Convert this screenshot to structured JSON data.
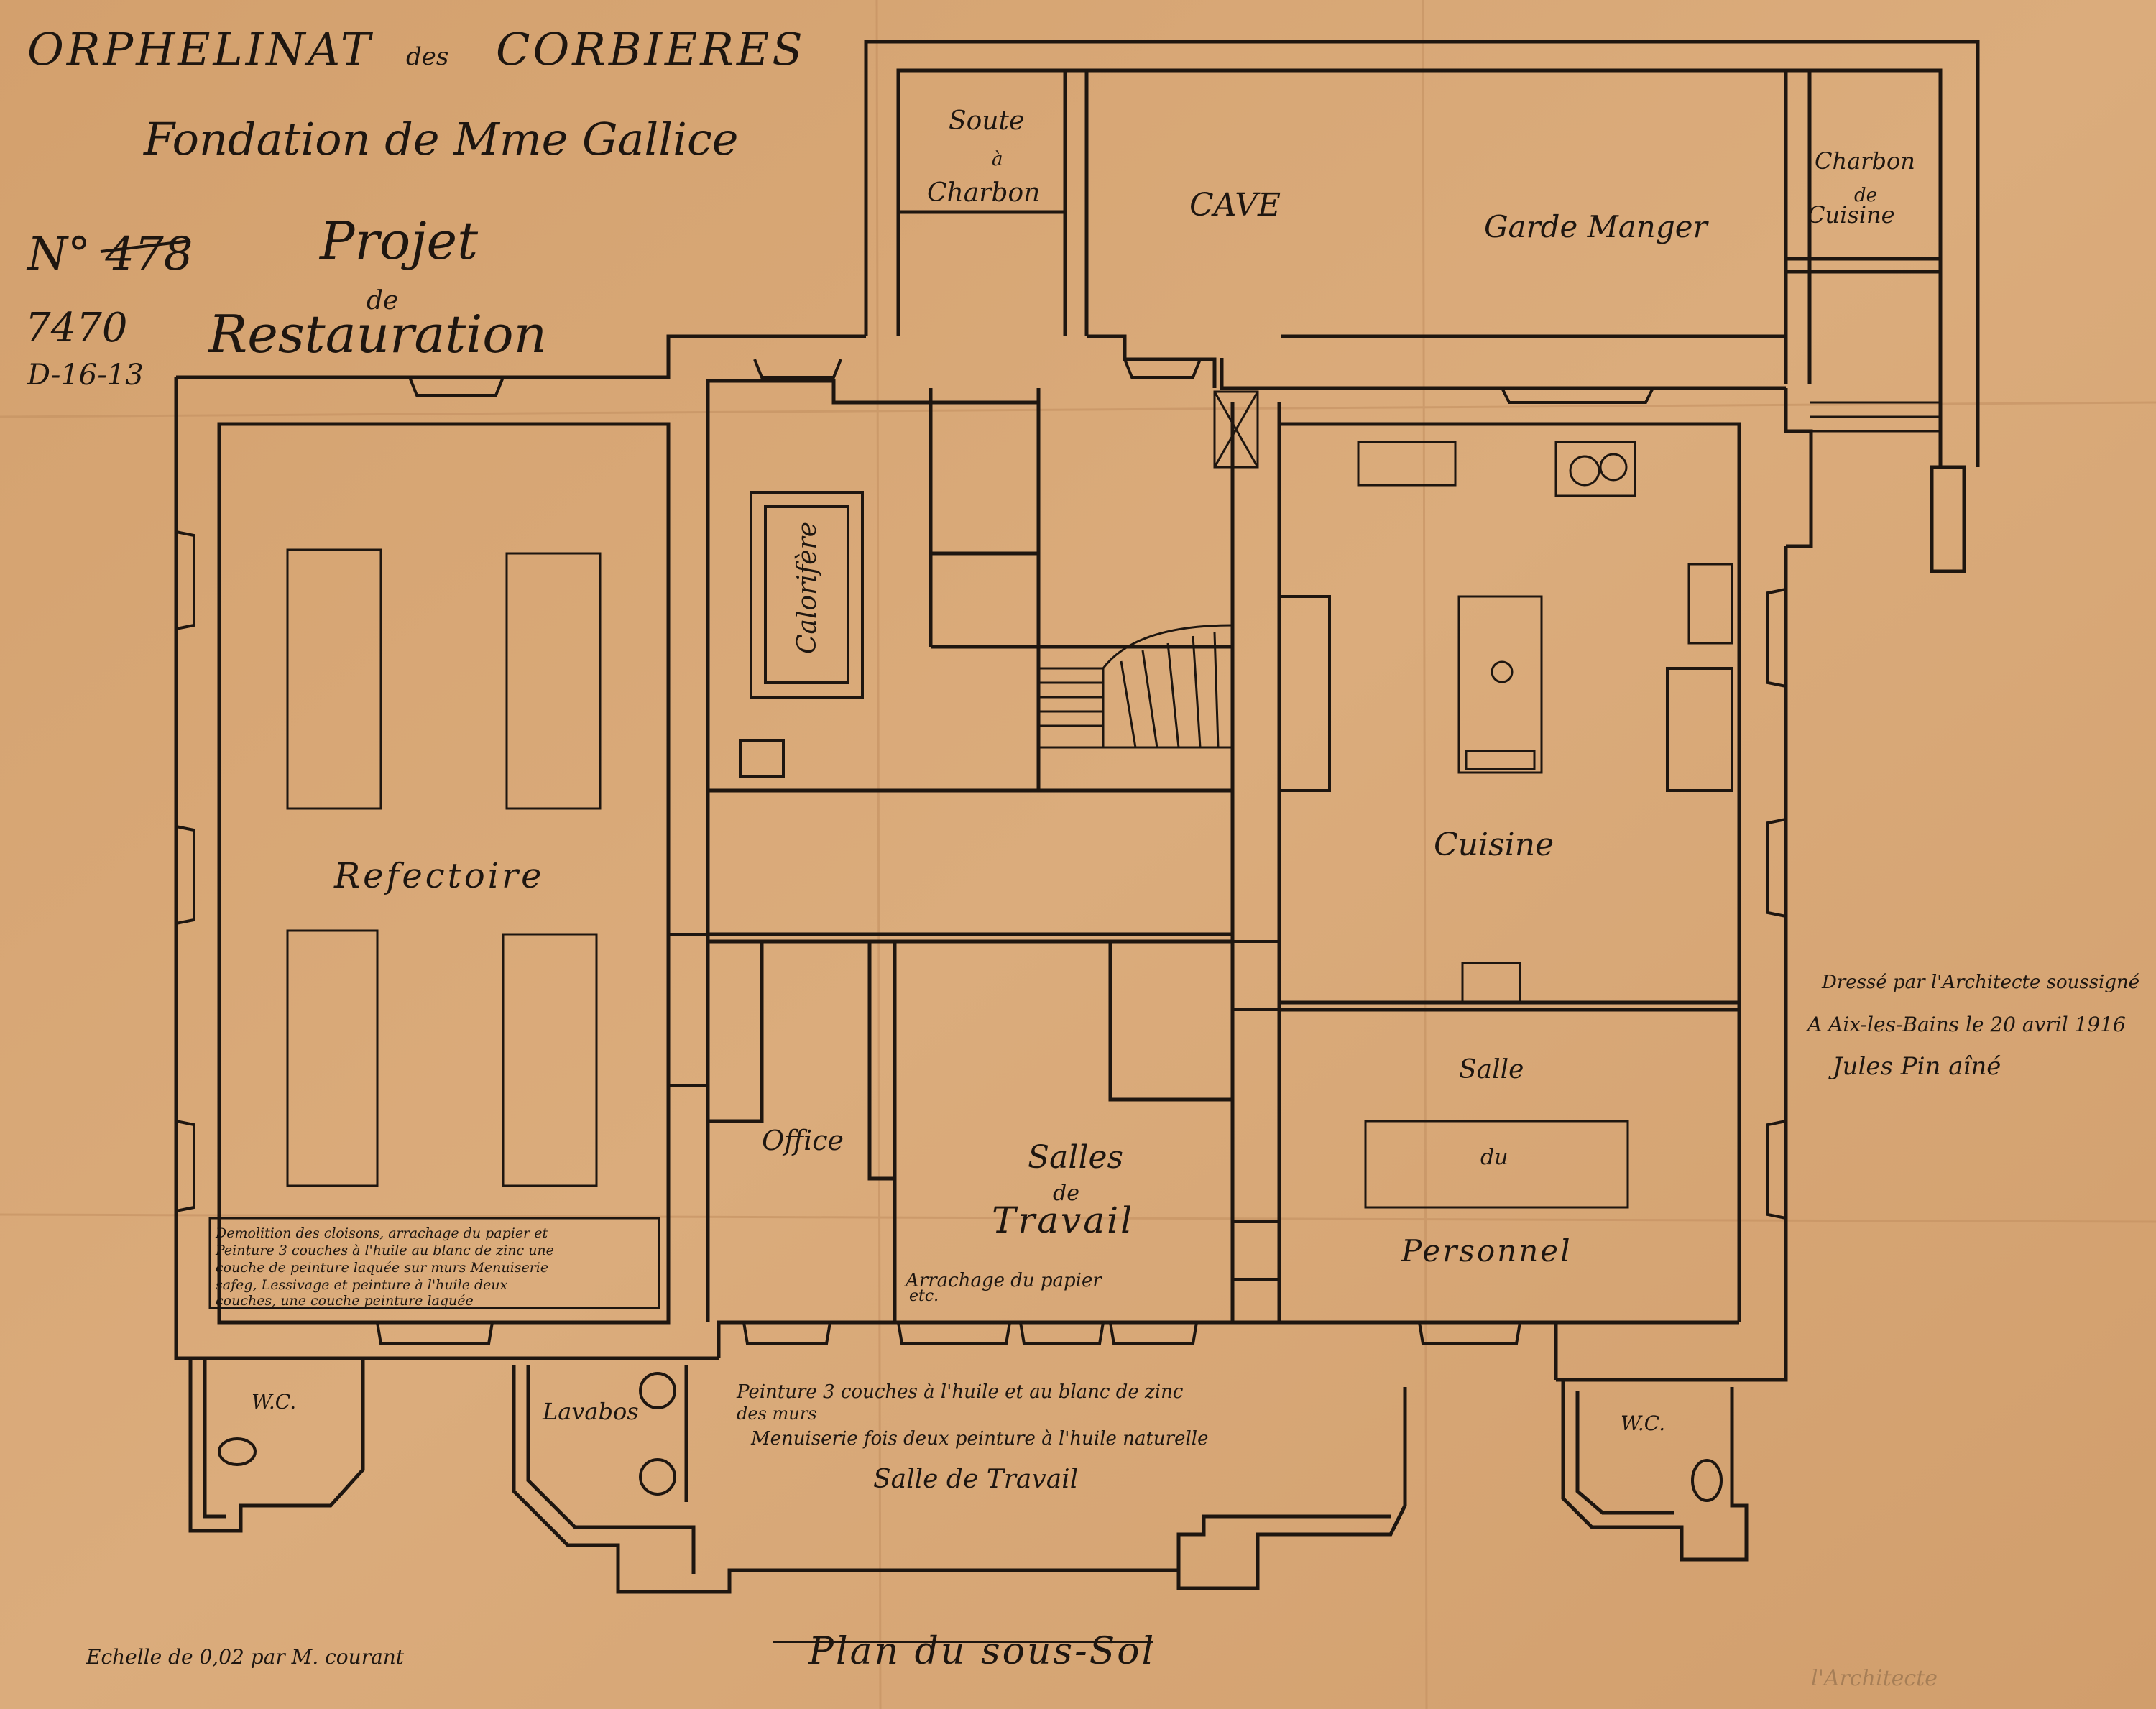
{
  "header": {
    "line1_a": "ORPHELINAT",
    "line1_b": "des",
    "line1_c": "CORBIERES",
    "line2": "Fondation de Mme Gallice",
    "number": "N° 478",
    "code": "7470",
    "date_code": "D-16-13",
    "project_line1": "Projet",
    "project_line2": "de",
    "project_line3": "Restauration"
  },
  "rooms": {
    "soute_1": "Soute",
    "soute_2": "à",
    "soute_3": "Charbon",
    "cave": "CAVE",
    "garde_manger": "Garde Manger",
    "charbon_cuisine_1": "Charbon",
    "charbon_cuisine_2": "de",
    "charbon_cuisine_3": "Cuisine",
    "calorifere": "Calorifère",
    "refectoire": "Refectoire",
    "cuisine": "Cuisine",
    "office": "Office",
    "salles_1": "Salles",
    "salles_2": "de",
    "salles_3": "Travail",
    "salle_pers_1": "Salle",
    "salle_pers_2": "du",
    "salle_pers_3": "Personnel",
    "wc_left": "W.C.",
    "wc_right": "W.C.",
    "lavabos": "Lavabos",
    "salle_travail_lower": "Salle de Travail"
  },
  "notes": {
    "refectoire_note_1": "Demolition des cloisons, arrachage du papier et",
    "refectoire_note_2": "Peinture 3 couches à l'huile au blanc de zinc une",
    "refectoire_note_3": "couche de peinture laquée sur murs Menuiserie",
    "refectoire_note_4": "safeg, Lessivage et peinture à l'huile deux",
    "refectoire_note_5": "couches, une couche peinture laquée",
    "salles_note_1": "Arrachage du papier",
    "salles_note_2": "etc.",
    "travail_note_1": "Peinture 3 couches à l'huile et au blanc de zinc",
    "travail_note_2": "des murs",
    "travail_note_3": "Menuiserie fois deux peinture à l'huile naturelle"
  },
  "signature": {
    "line1": "Dressé par l'Architecte soussigné",
    "line2": "A Aix-les-Bains le 20 avril 1916",
    "line3": "Jules Pin aîné"
  },
  "footer": {
    "scale": "Echelle de 0,02 par M. courant",
    "title": "Plan du sous-Sol",
    "faint": "l'Architecte"
  },
  "colors": {
    "paper": "#d6a574",
    "ink": "#1e1610"
  }
}
